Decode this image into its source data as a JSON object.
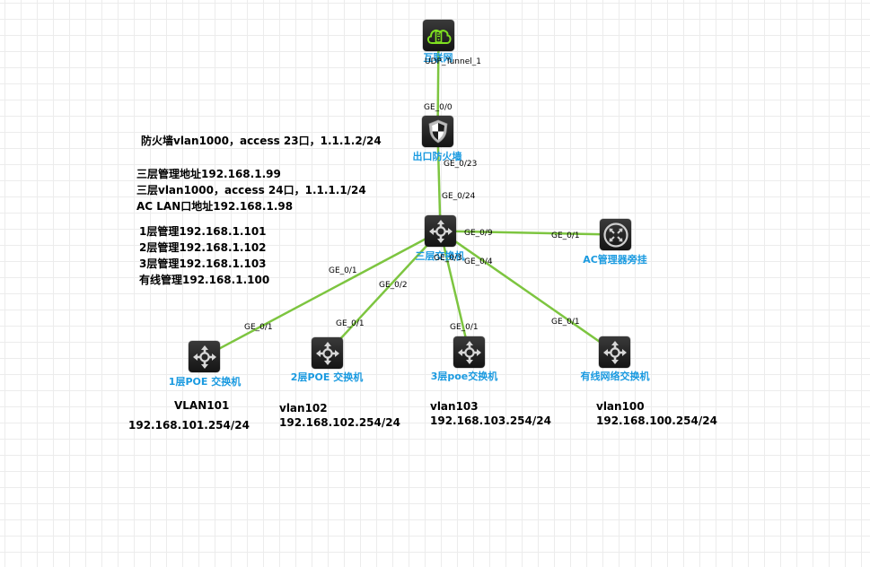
{
  "colors": {
    "link": "#7dc540",
    "label": "#1a9ae0",
    "device_bg": "#1f1f1f",
    "cloud_icon": "#7fe020",
    "grid": "#ececec"
  },
  "devices": {
    "internet": {
      "label": "互联网",
      "sublabel": "UDP_Tunnel_1",
      "icon": "cloud-server-icon"
    },
    "firewall": {
      "label": "出口防火墙",
      "icon": "shield-icon"
    },
    "core": {
      "label": "三层交换机",
      "icon": "switch-arrows-icon"
    },
    "ac": {
      "label": "AC管理器旁挂",
      "icon": "ac-controller-icon"
    },
    "sw1": {
      "label": "1层POE 交换机",
      "icon": "switch-arrows-icon"
    },
    "sw2": {
      "label": "2层POE 交换机",
      "icon": "switch-arrows-icon"
    },
    "sw3": {
      "label": "3层poe交换机",
      "icon": "switch-arrows-icon"
    },
    "wired": {
      "label": "有线网络交换机",
      "icon": "switch-arrows-icon"
    }
  },
  "links": [
    {
      "from": "internet",
      "to": "firewall",
      "from_port": "",
      "to_port": "GE_0/0"
    },
    {
      "from": "firewall",
      "to": "core",
      "from_port": "GE_0/23",
      "to_port": "GE_0/24"
    },
    {
      "from": "core",
      "to": "ac",
      "from_port": "GE_0/9",
      "to_port": "GE_0/1"
    },
    {
      "from": "core",
      "to": "sw1",
      "from_port": "GE_0/1",
      "to_port": "GE_0/1"
    },
    {
      "from": "core",
      "to": "sw2",
      "from_port": "GE_0/2",
      "to_port": "GE_0/1"
    },
    {
      "from": "core",
      "to": "sw3",
      "from_port": "GE_0/3",
      "to_port": "GE_0/1"
    },
    {
      "from": "core",
      "to": "wired",
      "from_port": "GE_0/4",
      "to_port": "GE_0/1"
    }
  ],
  "notes": {
    "firewall_vlan": "防火墙vlan1000，access 23口，1.1.1.2/24",
    "core_mgmt": "三层管理地址192.168.1.99",
    "core_vlan": "三层vlan1000，access 24口，1.1.1.1/24",
    "ac_lan": "AC  LAN口地址192.168.1.98",
    "mgmt_1f": "1层管理192.168.1.101",
    "mgmt_2f": "2层管理192.168.1.102",
    "mgmt_3f": "3层管理192.168.1.103",
    "mgmt_wired": "有线管理192.168.1.100",
    "sw1_vlan": "VLAN101",
    "sw1_ip": "192.168.101.254/24",
    "sw2_vlan": "vlan102",
    "sw2_ip": "192.168.102.254/24",
    "sw3_vlan": "vlan103",
    "sw3_ip": "192.168.103.254/24",
    "wired_vlan": "vlan100",
    "wired_ip": "192.168.100.254/24"
  }
}
